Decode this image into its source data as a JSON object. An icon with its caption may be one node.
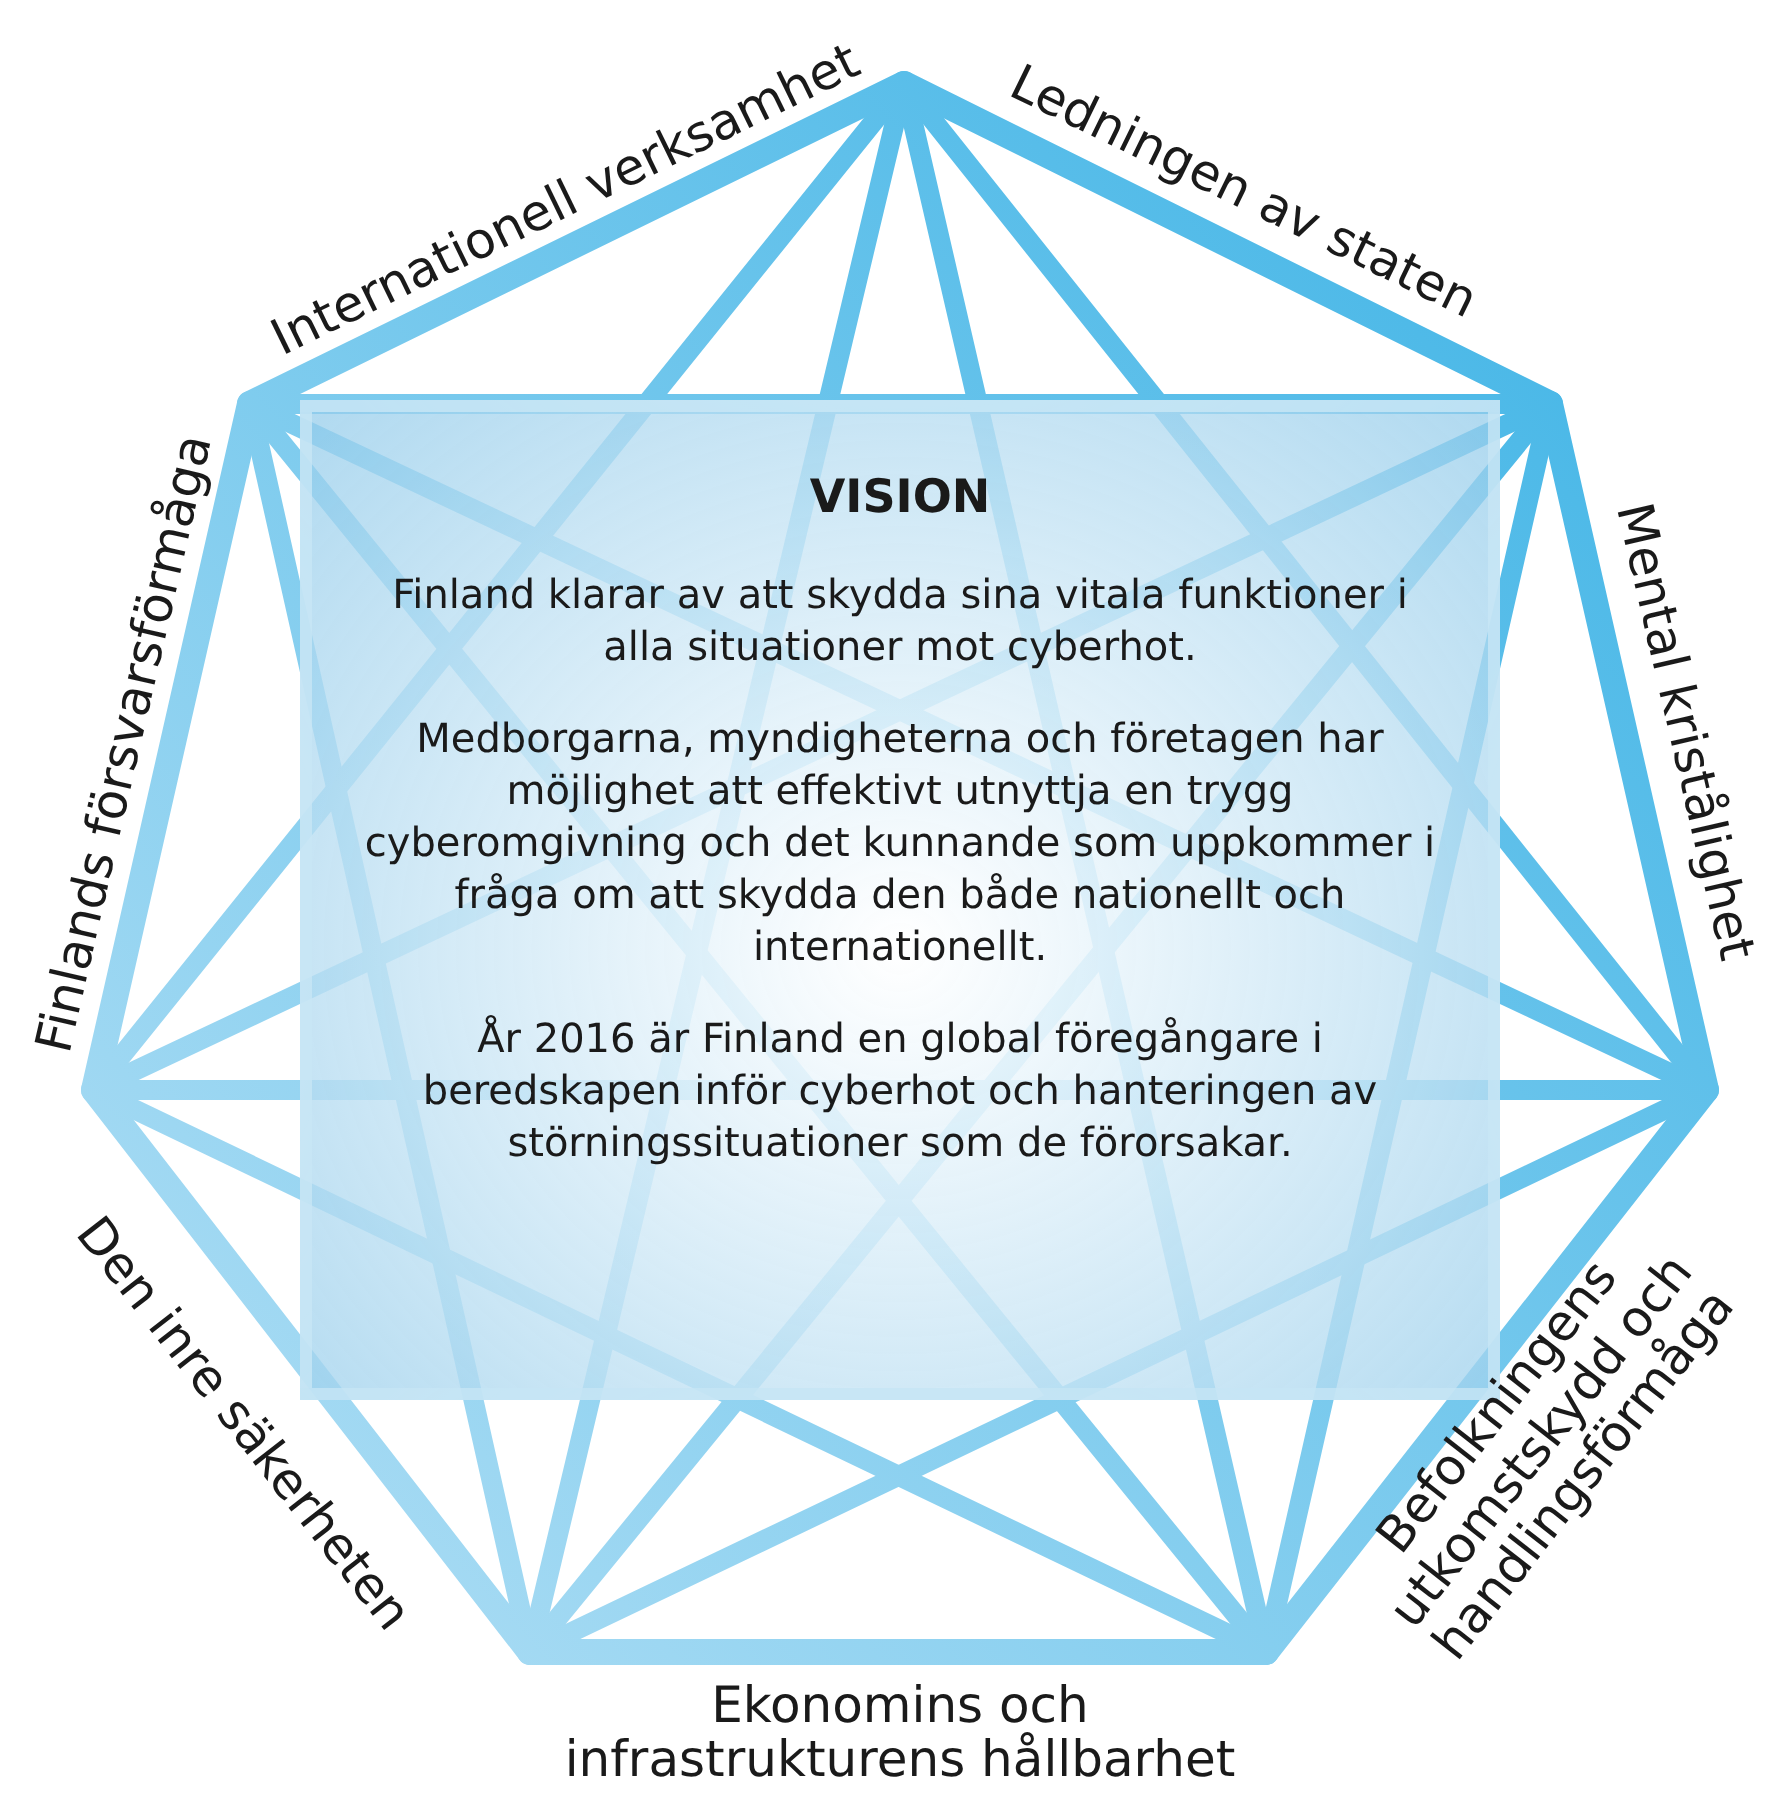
{
  "diagram": {
    "nodes": [
      {
        "text": [
          "VISION",
          "Finland klarar av att skydda sina vitala funktioner i alla situationer mot cyberhot.",
          "Medborgarna, myndigheterna och företagen har möjlighet att effektivt utnyttja en trygg cyberomgivning och det kunnande som uppkommer i fråga om att skydda den både nationellt och internationellt.",
          "År 2016 är Finland en global föregångare i beredskapen inför cyberhot och hanteringen av störningssituationer som de förorsakar."
        ]
      }
    ],
    "labels": [
      "Internationell verksamhet",
      "Ledningen av staten",
      "Finlands försvarsförmåga",
      "Mental kristålighet",
      "Den inre säkerheten",
      "Befolkningens utkomstskydd och handlingsförmåga",
      "Ekonomins och infrastrukturens hållbarhet"
    ]
  }
}
